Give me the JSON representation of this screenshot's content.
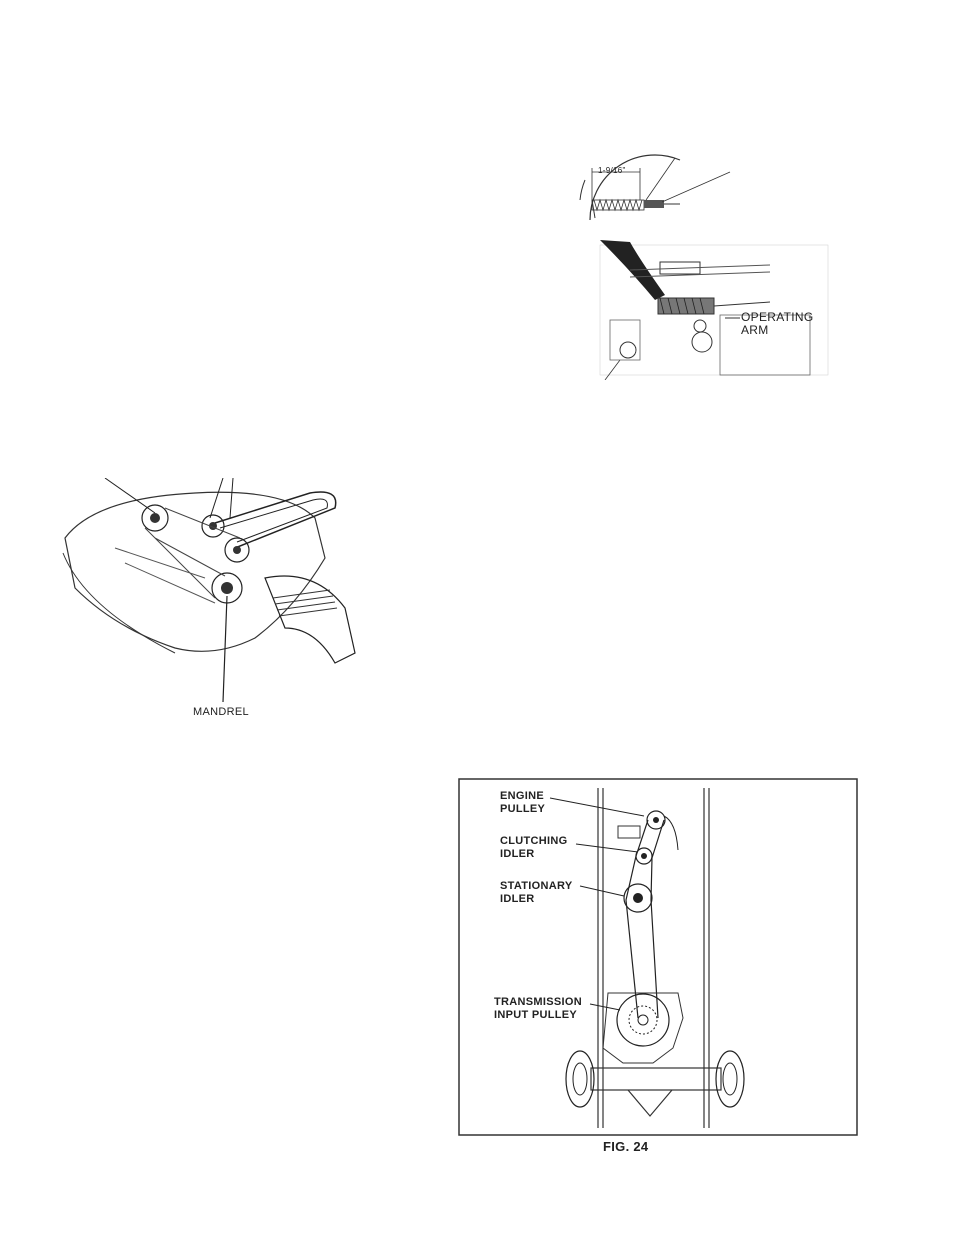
{
  "spring_figure": {
    "measurement": "1-9/16\"",
    "operating_arm_label_line1": "OPERATING",
    "operating_arm_label_line2": "ARM"
  },
  "deck_figure": {
    "mandrel_label": "MANDREL"
  },
  "fig24": {
    "caption": "FIG. 24",
    "labels": {
      "engine_pulley_1": "ENGINE",
      "engine_pulley_2": "PULLEY",
      "clutching_idler_1": "CLUTCHING",
      "clutching_idler_2": "IDLER",
      "stationary_idler_1": "STATIONARY",
      "stationary_idler_2": "IDLER",
      "transmission_1": "TRANSMISSION",
      "transmission_2": "INPUT PULLEY"
    }
  }
}
